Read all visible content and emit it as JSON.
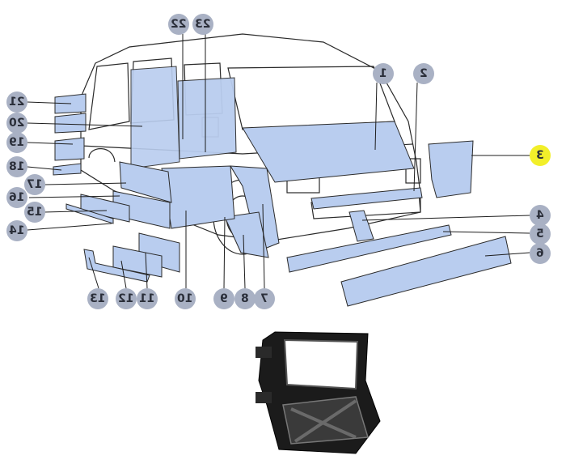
{
  "diagram": {
    "panel_color": "#b9cdef",
    "callout_color": "#a9b1c4",
    "highlight_color": "#f2ef2a",
    "callouts": [
      {
        "id": "c1",
        "label": "1"
      },
      {
        "id": "c2",
        "label": "2"
      },
      {
        "id": "c3",
        "label": "3",
        "highlighted": true
      },
      {
        "id": "c4",
        "label": "4"
      },
      {
        "id": "c5",
        "label": "5"
      },
      {
        "id": "c6",
        "label": "6"
      },
      {
        "id": "c7",
        "label": "7"
      },
      {
        "id": "c8",
        "label": "8"
      },
      {
        "id": "c9",
        "label": "9"
      },
      {
        "id": "c10",
        "label": "10"
      },
      {
        "id": "c11",
        "label": "11"
      },
      {
        "id": "c12",
        "label": "12"
      },
      {
        "id": "c13",
        "label": "13"
      },
      {
        "id": "c14",
        "label": "14"
      },
      {
        "id": "c15",
        "label": "15"
      },
      {
        "id": "c16",
        "label": "16"
      },
      {
        "id": "c17",
        "label": "17"
      },
      {
        "id": "c18",
        "label": "18"
      },
      {
        "id": "c19",
        "label": "19"
      },
      {
        "id": "c20",
        "label": "20"
      },
      {
        "id": "c21",
        "label": "21"
      },
      {
        "id": "c22",
        "label": "22"
      },
      {
        "id": "c23",
        "label": "23"
      }
    ]
  }
}
